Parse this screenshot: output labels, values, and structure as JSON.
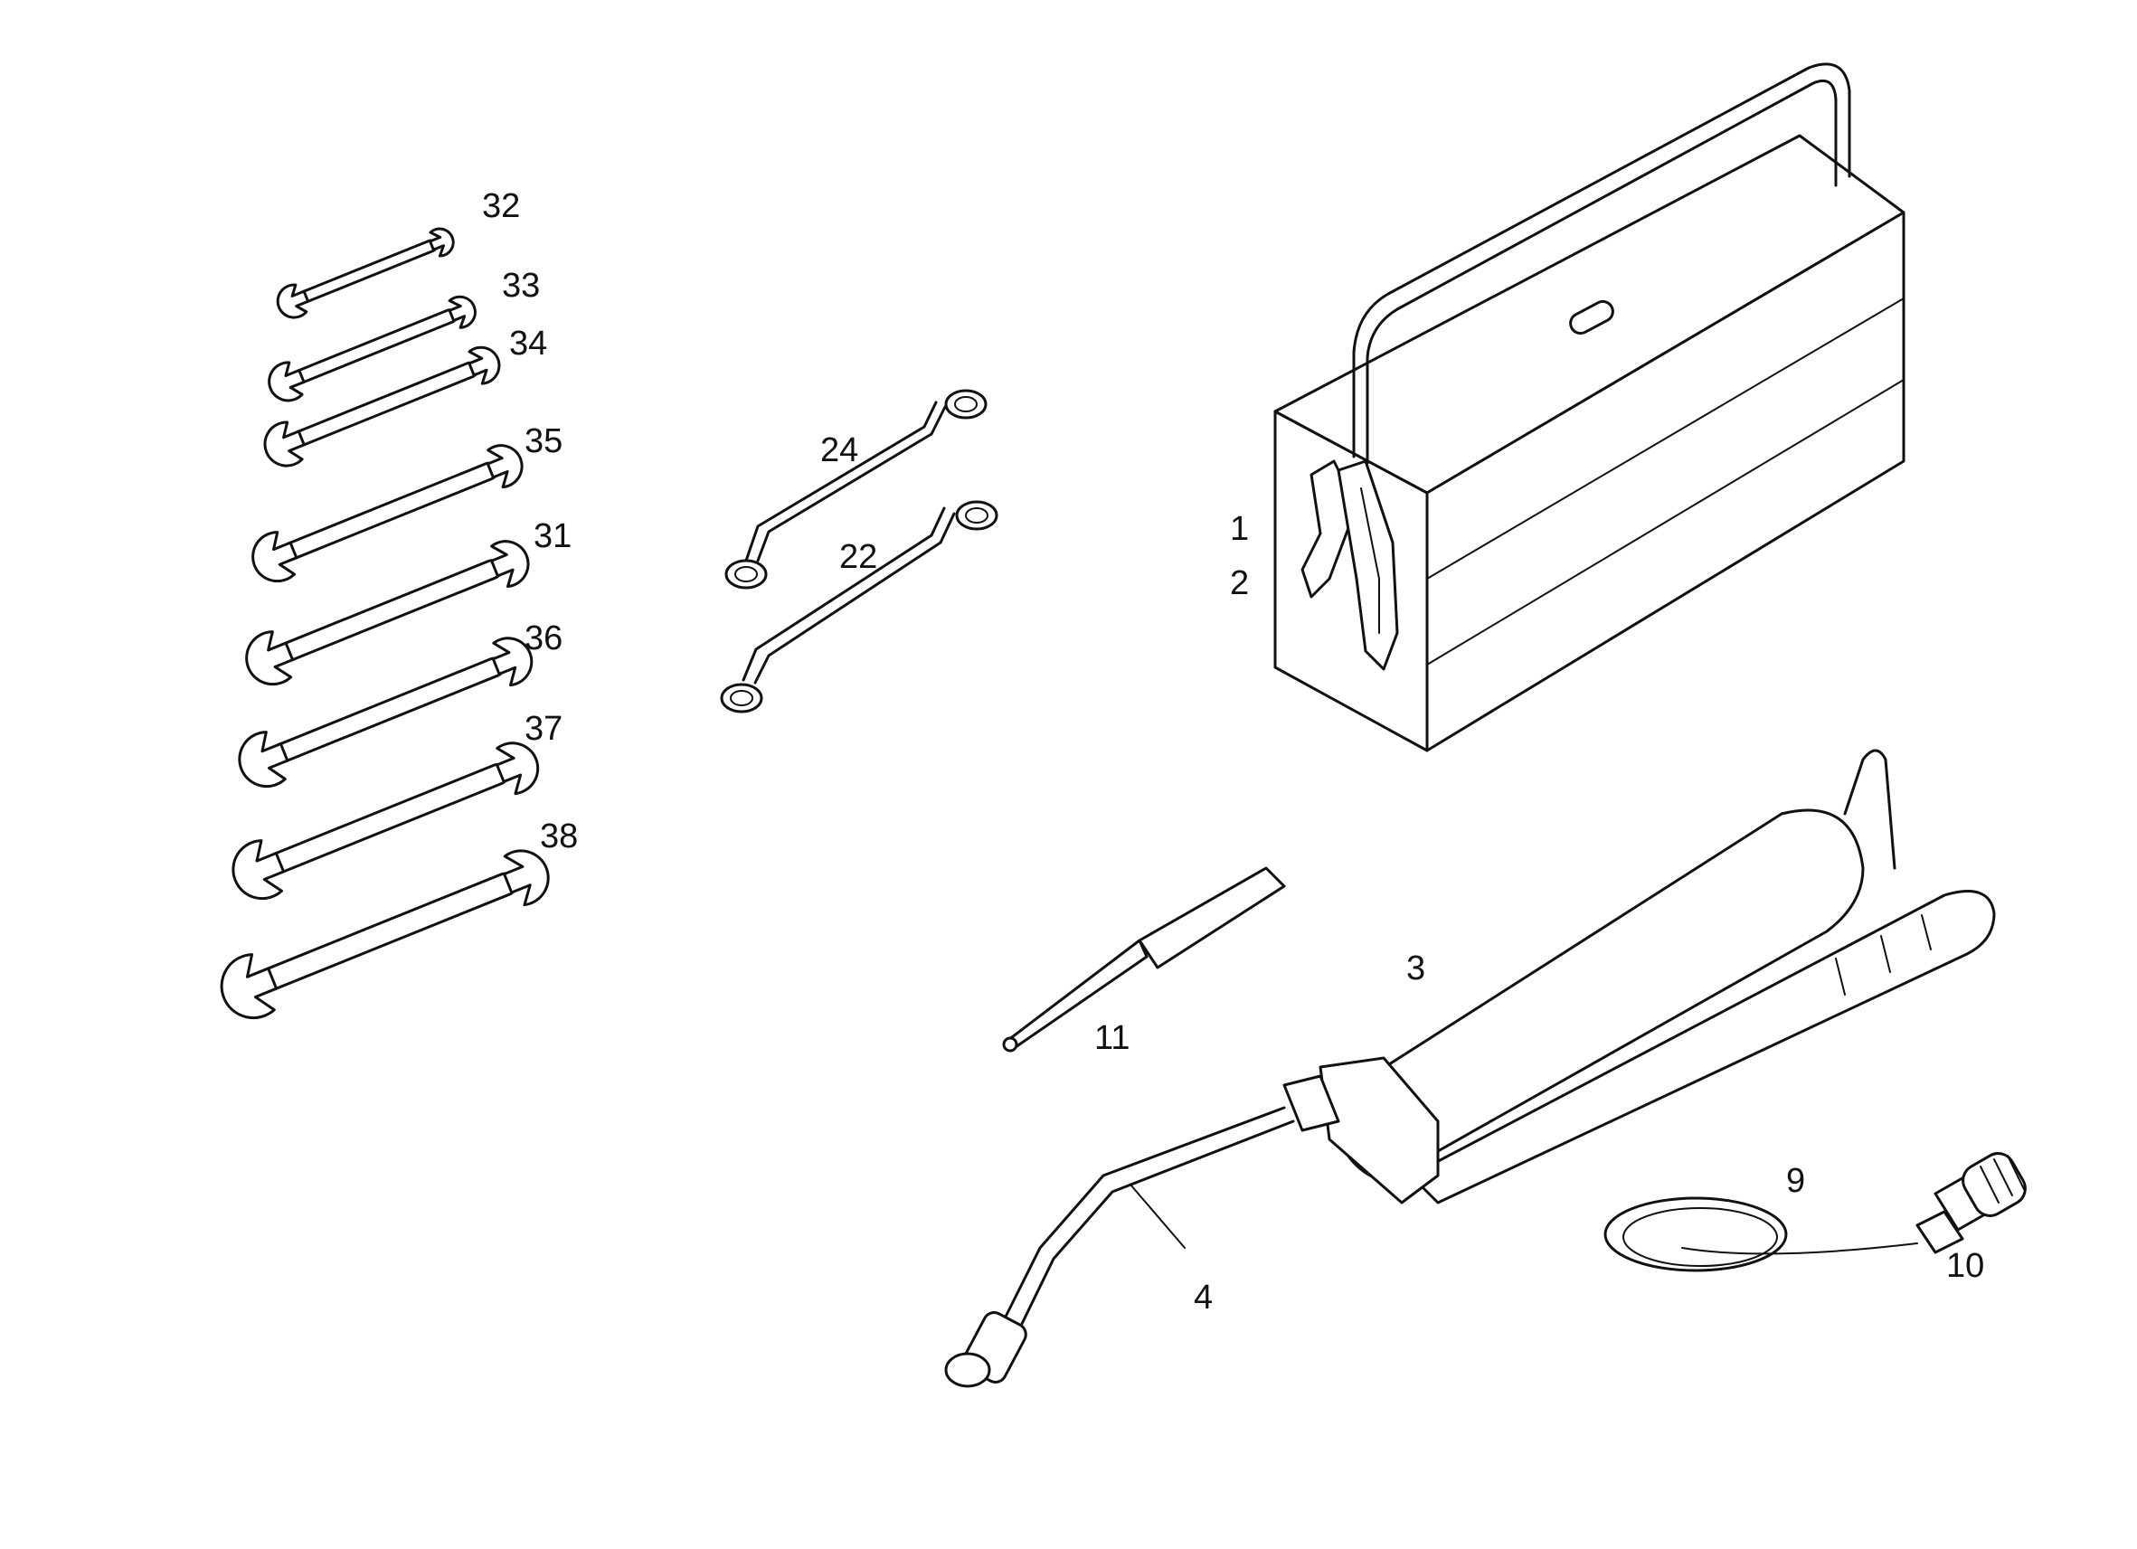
{
  "parts": {
    "p1": "1",
    "p2": "2",
    "p3": "3",
    "p4": "4",
    "p9": "9",
    "p10": "10",
    "p11": "11",
    "p22": "22",
    "p24": "24",
    "p31": "31",
    "p32": "32",
    "p33": "33",
    "p34": "34",
    "p35": "35",
    "p36": "36",
    "p37": "37",
    "p38": "38"
  },
  "colors": {
    "ink": "#111111",
    "paper": "#ffffff"
  }
}
